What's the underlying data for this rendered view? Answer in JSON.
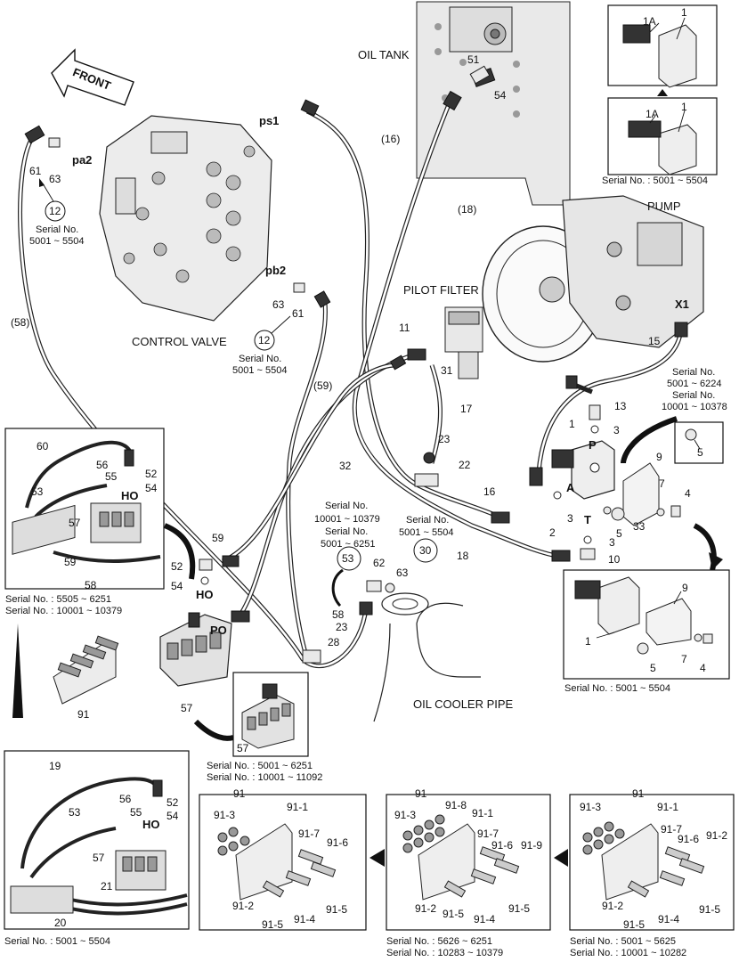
{
  "labels": {
    "oil_tank": "OIL TANK",
    "pump": "PUMP",
    "pilot_filter": "PILOT FILTER",
    "control_valve": "CONTROL VALVE",
    "oil_cooler_pipe": "OIL COOLER PIPE",
    "front": "FRONT"
  },
  "ports": {
    "ps1": "ps1",
    "pa2": "pa2",
    "pb2": "pb2",
    "x1": "X1",
    "p": "P",
    "a": "A",
    "t": "T",
    "ho": "HO",
    "po": "PO"
  },
  "hose_refs": {
    "h16": "(16)",
    "h18": "(18)",
    "h58": "(58)",
    "h59": "(59)"
  },
  "callouts": {
    "c12a": "12",
    "c12b": "12",
    "c53": "53",
    "c30": "30"
  },
  "serials": {
    "top_right": "Serial No. : 5001 ~ 5504",
    "pa2_line1": "Serial No.",
    "pa2_line2": "5001 ~ 5504",
    "pb2_line1": "Serial No.",
    "pb2_line2": "5001 ~ 5504",
    "solenoid_line1": "Serial No.",
    "solenoid_line2": "5001 ~ 6224",
    "solenoid_line3": "Serial No.",
    "solenoid_line4": "10001 ~ 10378",
    "inset_left_1": "Serial No. : 5505 ~ 6251",
    "inset_left_2": "Serial No. : 10001 ~ 10379",
    "s53_line1": "Serial No.",
    "s53_line2": "10001 ~ 10379",
    "s53_line3": "Serial No.",
    "s53_line4": "5001 ~ 6251",
    "s30_line1": "Serial No.",
    "s30_line2": "5001 ~ 5504",
    "solenoid_inset": "Serial No. : 5001 ~ 5504",
    "valve57_1": "Serial No. : 5001 ~ 6251",
    "valve57_2": "Serial No. : 10001 ~ 11092",
    "bottom_left": "Serial No. : 5001 ~ 5504",
    "bottom_mid_1": "Serial No. : 5626 ~ 6251",
    "bottom_mid_2": "Serial No. : 10283 ~ 10379",
    "bottom_right_1": "Serial No. : 5001 ~ 5625",
    "bottom_right_2": "Serial No. : 10001 ~ 10282"
  },
  "parts": {
    "p1": "1",
    "p1a": "1A",
    "p3": "3",
    "p4": "4",
    "p5": "5",
    "p7": "7",
    "p9": "9",
    "p10": "10",
    "p11": "11",
    "p13": "13",
    "p15": "15",
    "p16": "16",
    "p17": "17",
    "p18": "18",
    "p19": "19",
    "p2": "2",
    "p20": "20",
    "p21": "21",
    "p22": "22",
    "p23": "23",
    "p28": "28",
    "p31": "31",
    "p32": "32",
    "p33": "33",
    "p51": "51",
    "p52": "52",
    "p53": "53",
    "p54": "54",
    "p55": "55",
    "p56": "56",
    "p57": "57",
    "p58": "58",
    "p59": "59",
    "p60": "60",
    "p61": "61",
    "p62": "62",
    "p63": "63",
    "p91": "91",
    "p91_1": "91-1",
    "p91_2": "91-2",
    "p91_3": "91-3",
    "p91_4": "91-4",
    "p91_5": "91-5",
    "p91_6": "91-6",
    "p91_7": "91-7",
    "p91_8": "91-8",
    "p91_9": "91-9"
  }
}
